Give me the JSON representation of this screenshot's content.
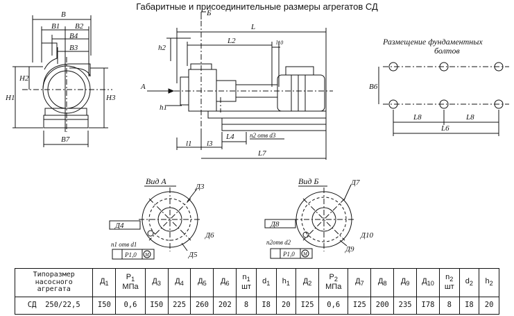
{
  "title": "Габаритные и присоединительные размеры агрегатов СД",
  "drawing_labels": {
    "front": [
      "В",
      "В1",
      "В2",
      "В4",
      "В3",
      "Н1",
      "Н2",
      "Н3",
      "В7"
    ],
    "side": [
      "Б",
      "L",
      "L2",
      "l10",
      "h2",
      "A",
      "h1",
      "l1",
      "l3",
      "L4",
      "n2 отв d3",
      "L7"
    ],
    "plan_title": [
      "Размещение фундаментных",
      "болтов"
    ],
    "plan": [
      "В6",
      "L8",
      "L8",
      "L6"
    ],
    "view_a": [
      "Вид А",
      "Д3",
      "Д4",
      "Д6",
      "Д5",
      "n1 отв d1",
      "P1,0",
      "M"
    ],
    "view_b": [
      "Вид Б",
      "Д7",
      "Д8",
      "Д10",
      "Д9",
      "n2отв d2",
      "P1,0",
      "M"
    ]
  },
  "table": {
    "headers": [
      [
        "Типоразмер",
        "насосного",
        "агрегата"
      ],
      [
        "Д",
        "1"
      ],
      [
        "P",
        "1",
        "МПа"
      ],
      [
        "Д",
        "3"
      ],
      [
        "Д",
        "4"
      ],
      [
        "Д",
        "5"
      ],
      [
        "Д",
        "6"
      ],
      [
        "n",
        "1",
        "шт"
      ],
      [
        "d",
        "1"
      ],
      [
        "h",
        "1"
      ],
      [
        "Д",
        "2"
      ],
      [
        "P",
        "2",
        "МПа"
      ],
      [
        "Д",
        "7"
      ],
      [
        "Д",
        "8"
      ],
      [
        "Д",
        "9"
      ],
      [
        "Д",
        "10"
      ],
      [
        "n",
        "2",
        "шт"
      ],
      [
        "d",
        "2"
      ],
      [
        "h",
        "2"
      ]
    ],
    "row": [
      "СД  250/22,5",
      "I50",
      "0,6",
      "I50",
      "225",
      "260",
      "202",
      "8",
      "I8",
      "20",
      "I25",
      "0,6",
      "I25",
      "200",
      "235",
      "I78",
      "8",
      "I8",
      "20"
    ]
  }
}
